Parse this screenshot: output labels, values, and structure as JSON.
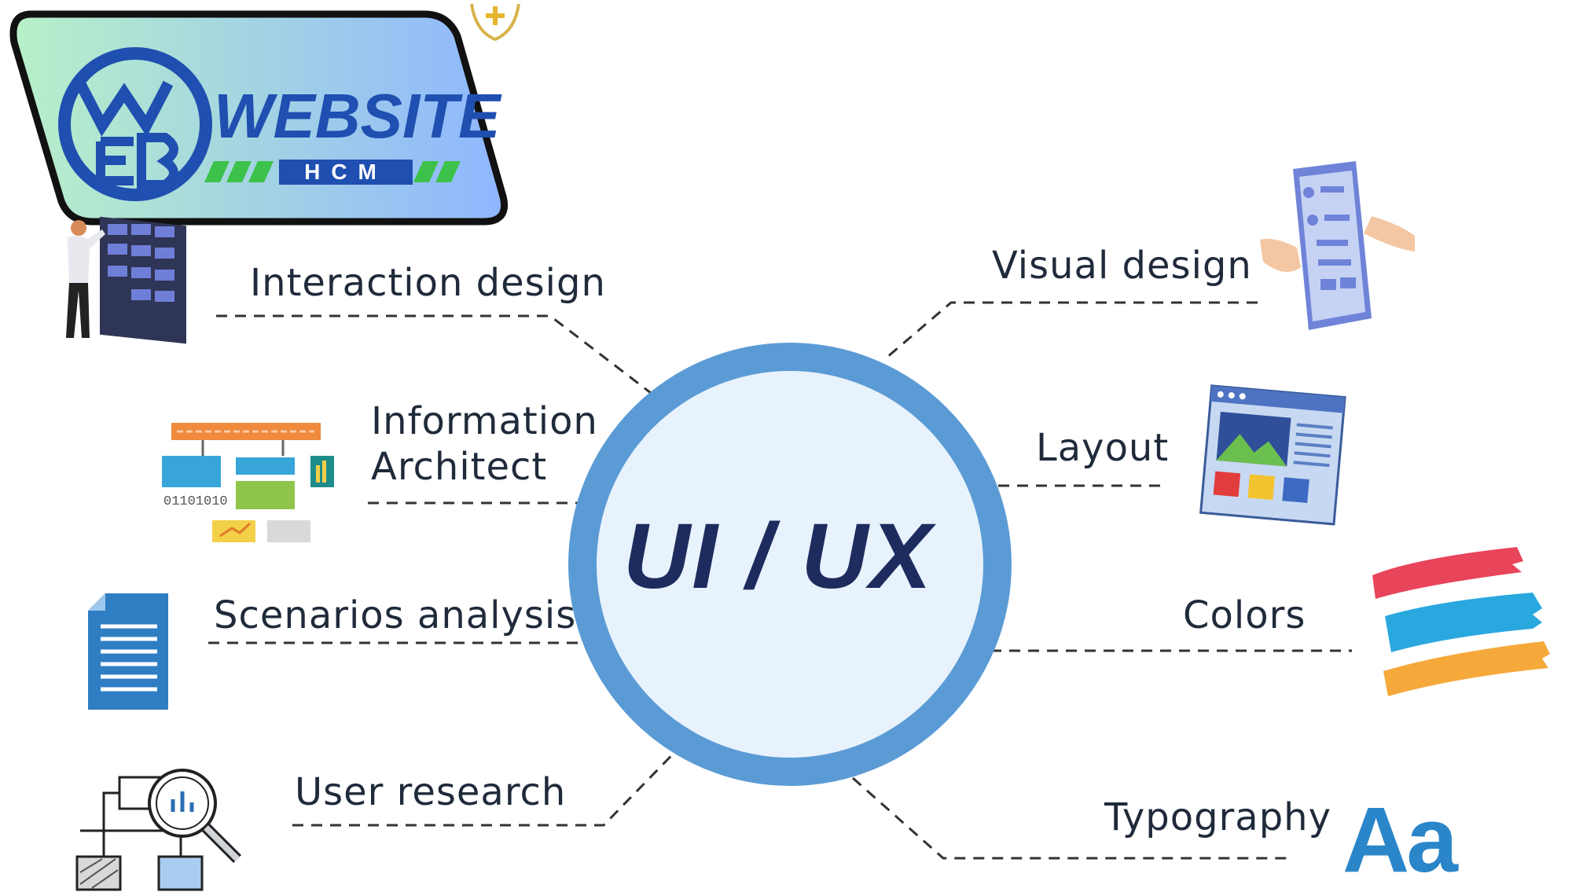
{
  "center": {
    "title": "UI / UX"
  },
  "logo": {
    "name": "WEBSITE",
    "sub": "HCM",
    "monogram": "WEB"
  },
  "topics": {
    "interaction_design": "Interaction design",
    "information_architect_line1": "Information",
    "information_architect_line2": "Architect",
    "scenarios_analysis": "Scenarios analysis",
    "user_research": "User research",
    "visual_design": "Visual design",
    "layout": "Layout",
    "colors": "Colors",
    "typography": "Typography"
  },
  "icons": {
    "interaction_design": "person-touchscreen-icon",
    "information_architect": "sitemap-flowchart-icon",
    "information_architect_binary": "01101010",
    "scenarios_analysis": "document-icon",
    "user_research": "magnifier-chart-icon",
    "visual_design": "smartphone-hands-icon",
    "layout": "browser-layout-icon",
    "colors": "paint-strokes-icon",
    "typography": "Aa"
  },
  "palette": {
    "ring": "#5b9bd5",
    "ring_inner": "#e7f2fc",
    "title": "#1d2b5e",
    "label": "#1f2a3a",
    "logo_blue": "#1f4fb0",
    "logo_green": "#3cc24a",
    "stroke_red": "#e8445a",
    "stroke_blue": "#29a8df",
    "stroke_orange": "#f5a93a",
    "aa_blue": "#2a86c9"
  }
}
